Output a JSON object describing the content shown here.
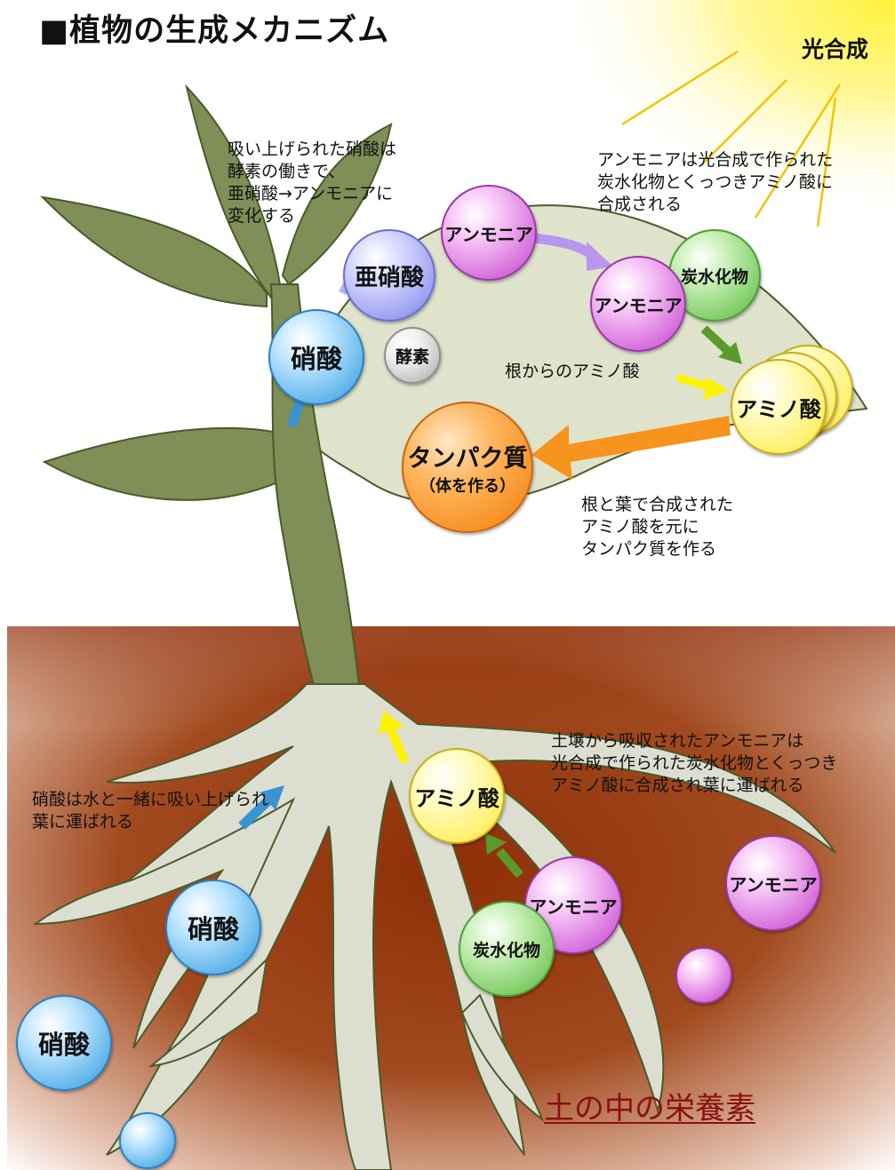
{
  "title": "■植物の生成メカニズム",
  "sun_label": "光合成",
  "notes": {
    "enzyme": "吸い上げられた硝酸は\n酵素の働きで、\n亜硝酸→アンモニアに\n変化する",
    "leaf_synthesis": "アンモニアは光合成で作られた\n炭水化物とくっつきアミノ酸に\n合成される",
    "root_amino": "根からのアミノ酸",
    "protein": "根と葉で合成された\nアミノ酸を元に\nタンパク質を作る",
    "soil_ammonia": "土壌から吸収されたアンモニアは\n光合成で作られた炭水化物とくっつき\nアミノ酸に合成され葉に運ばれる",
    "nitrate_water": "硝酸は水と一緒に吸い上げられ\n葉に運ばれる"
  },
  "balls": {
    "nitrate": "硝酸",
    "nitrite": "亜硝酸",
    "enzyme": "酵素",
    "ammonia": "アンモニア",
    "carbohydrate": "炭水化物",
    "amino_acid": "アミノ酸",
    "protein": "タンパク質",
    "protein_sub": "（体を作る）"
  },
  "soil_label": "土の中の栄養素",
  "colors": {
    "leaf": "#dfe3cc",
    "stem": "#7d8d55",
    "soil": "#9c3a0c",
    "arrow_blue": "#3a93d0",
    "arrow_purple": "#b896ee",
    "arrow_green": "#5a9a2b",
    "arrow_yellow": "#fff200",
    "arrow_orange": "#f7941d"
  }
}
